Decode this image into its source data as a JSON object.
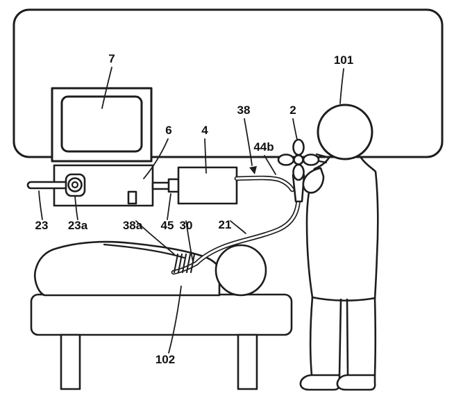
{
  "colors": {
    "ink": "#1d1d1d",
    "background": "#ffffff"
  },
  "labels": {
    "monitor": "7",
    "processor": "6",
    "light_source": "4",
    "cable": "38",
    "cable_branch": "44b",
    "endoscope": "2",
    "operator": "101",
    "cord": "23",
    "cord_plug": "23a",
    "flexible_tube": "38a",
    "connector": "45",
    "insertion_portion": "30",
    "universal_cord": "21",
    "patient": "102"
  }
}
